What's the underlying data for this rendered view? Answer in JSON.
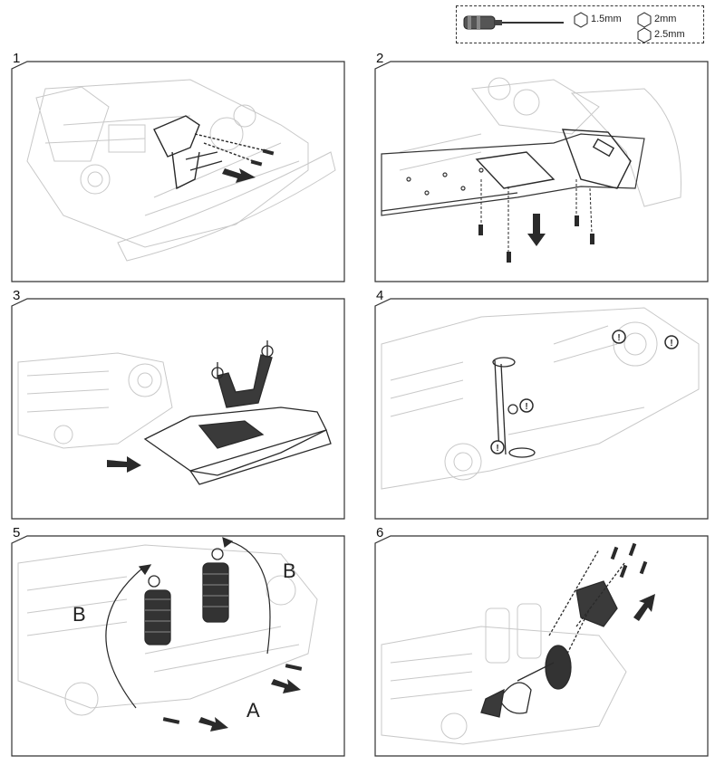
{
  "tools": {
    "screwdriver_icon": "hex-screwdriver-icon",
    "sizes": [
      "1.5mm",
      "2mm",
      "2.5mm"
    ]
  },
  "steps": [
    {
      "number": "1"
    },
    {
      "number": "2"
    },
    {
      "number": "3"
    },
    {
      "number": "4"
    },
    {
      "number": "5",
      "labels": [
        "B",
        "B",
        "A"
      ]
    },
    {
      "number": "6"
    }
  ],
  "colors": {
    "line": "#333333",
    "light": "#c8c8c8",
    "part": "#2a2a2a"
  }
}
